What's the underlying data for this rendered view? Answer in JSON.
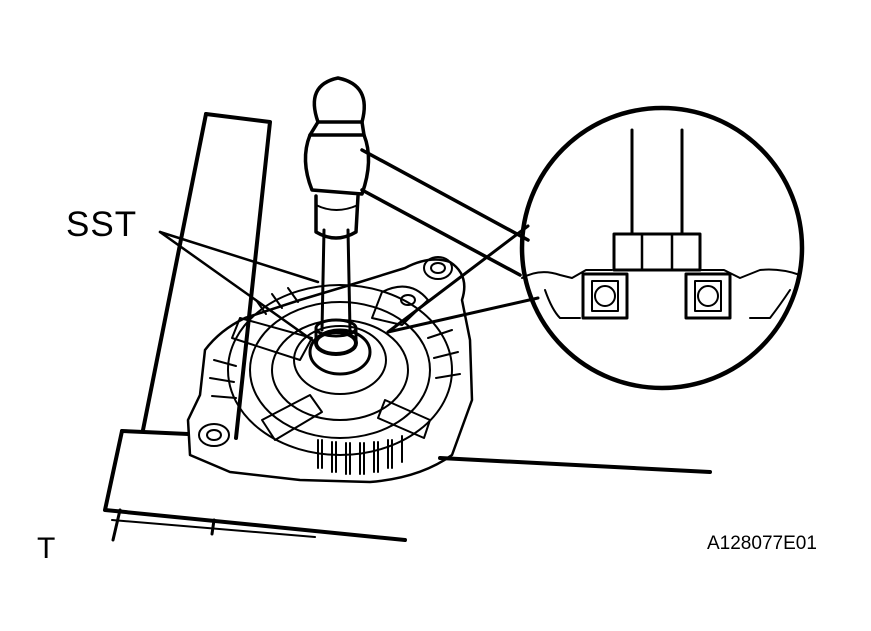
{
  "callout_label": "SST",
  "corner_mark": "T",
  "figure_id": "A128077E01",
  "colors": {
    "line": "#000000",
    "background": "#ffffff"
  }
}
